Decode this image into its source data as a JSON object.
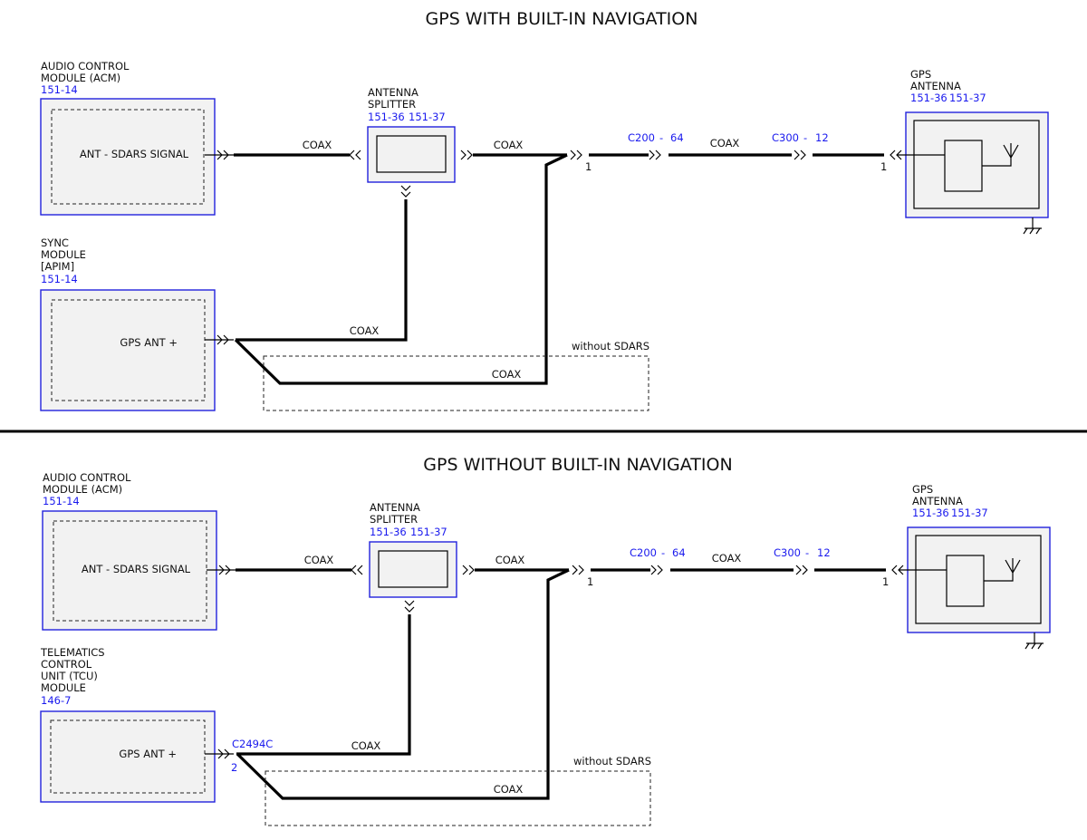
{
  "top": {
    "title": "GPS WITH BUILT-IN NAVIGATION",
    "acm": {
      "line1": "AUDIO CONTROL",
      "line2": "MODULE (ACM)",
      "ref": "151-14",
      "signal": "ANT - SDARS SIGNAL"
    },
    "sync": {
      "line1": "SYNC",
      "line2": "MODULE",
      "line3": "[APIM]",
      "ref": "151-14",
      "signal": "GPS ANT +"
    },
    "splitter": {
      "line1": "ANTENNA",
      "line2": "SPLITTER",
      "ref1": "151-36",
      "ref2": "151-37"
    },
    "gps_antenna": {
      "line1": "GPS",
      "line2": "ANTENNA",
      "ref1": "151-36",
      "ref2": "151-37"
    },
    "connectors": {
      "c200": "C200",
      "c200_pin": "64",
      "c300": "C300",
      "c300_pin": "12",
      "dash": "-",
      "pin1": "1"
    },
    "wires": {
      "coax": "COAX"
    },
    "without_sdars": "without SDARS"
  },
  "bottom": {
    "title": "GPS WITHOUT BUILT-IN NAVIGATION",
    "acm": {
      "line1": "AUDIO CONTROL",
      "line2": "MODULE (ACM)",
      "ref": "151-14",
      "signal": "ANT - SDARS SIGNAL"
    },
    "tcu": {
      "line1": "TELEMATICS",
      "line2": "CONTROL",
      "line3": "UNIT (TCU)",
      "line4": "MODULE",
      "ref": "146-7",
      "signal": "GPS ANT +"
    },
    "splitter": {
      "line1": "ANTENNA",
      "line2": "SPLITTER",
      "ref1": "151-36",
      "ref2": "151-37"
    },
    "gps_antenna": {
      "line1": "GPS",
      "line2": "ANTENNA",
      "ref1": "151-36",
      "ref2": "151-37"
    },
    "connectors": {
      "c200": "C200",
      "c200_pin": "64",
      "c300": "C300",
      "c300_pin": "12",
      "dash": "-",
      "pin1": "1",
      "c2494": "C2494C",
      "c2494_pin": "2"
    },
    "wires": {
      "coax": "COAX"
    },
    "without_sdars": "without SDARS"
  }
}
